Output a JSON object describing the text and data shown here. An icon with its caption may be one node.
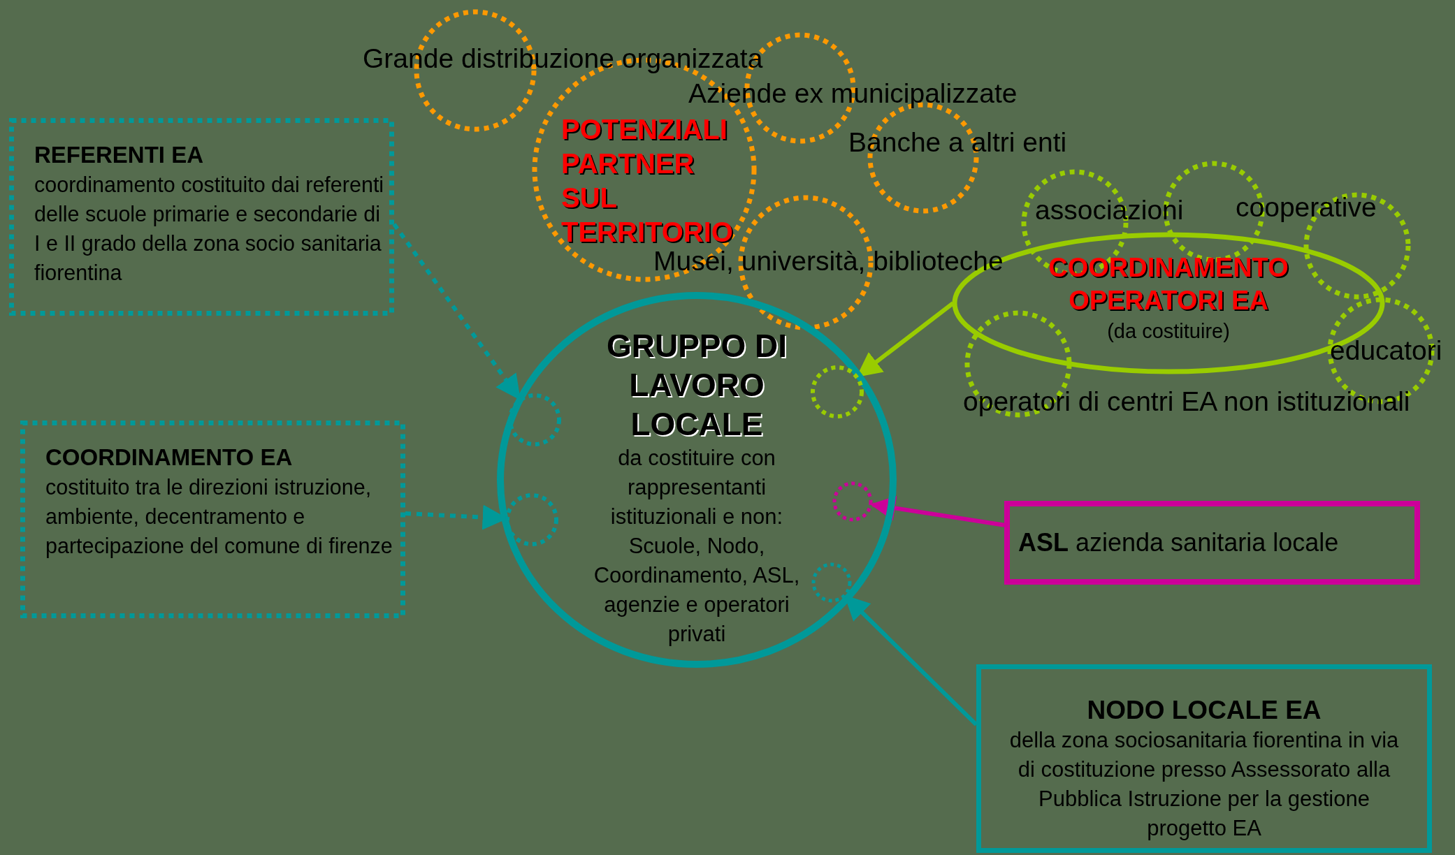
{
  "diagram": {
    "nodes": [
      {
        "text": [
          "REFERENTI EA",
          "coordinamento costituito dai referenti delle scuole primarie e secondarie di I e II grado della zona socio sanitaria fiorentina"
        ]
      },
      {
        "text": [
          "COORDINAMENTO EA",
          "costituito tra le direzioni istruzione, ambiente, decentramento e partecipazione del comune di firenze"
        ]
      },
      {
        "text": [
          "POTENZIALI PARTNER SUL TERRITORIO"
        ]
      },
      {
        "text": [
          "Grande distribuzione organizzata"
        ]
      },
      {
        "text": [
          "Aziende ex municipalizzate"
        ]
      },
      {
        "text": [
          "Banche a altri enti"
        ]
      },
      {
        "text": [
          "Musei, università, biblioteche"
        ]
      },
      {
        "text": [
          "GRUPPO DI LAVORO LOCALE",
          "da costituire con rappresentanti istituzionali e non: Scuole, Nodo, Coordinamento, ASL, agenzie e operatori privati"
        ]
      },
      {
        "text": [],
        "shape": "circle",
        "in": 7
      },
      {
        "text": [],
        "shape": "circle",
        "in": 7
      },
      {
        "text": [],
        "shape": "circle",
        "in": 7
      },
      {
        "text": [],
        "shape": "circle",
        "in": 7
      },
      {
        "text": [],
        "shape": "circle",
        "in": 7
      },
      {
        "text": [
          "COORDINAMENTO OPERATORI EA",
          "(da costituire)"
        ]
      },
      {
        "text": [
          "associazioni"
        ]
      },
      {
        "text": [
          "cooperative"
        ]
      },
      {
        "text": [],
        "shape": "circle"
      },
      {
        "text": [
          "educatori"
        ]
      },
      {
        "text": [
          "operatori di centri EA non istituzionali"
        ]
      },
      {
        "text": [
          "**ASL** azienda sanitaria locale"
        ]
      },
      {
        "text": [
          "NODO LOCALE EA",
          "della zona sociosanitaria fiorentina in via di costituzione presso Assessorato alla Pubblica Istruzione per la gestione progetto EA"
        ]
      }
    ],
    "edges": [
      {
        "from": 0,
        "to": 8,
        "arrow": "to",
        "style": "dashed"
      },
      {
        "from": 1,
        "to": 9,
        "arrow": "to",
        "style": "dashed"
      },
      {
        "from": 13,
        "to": 10,
        "arrow": "to",
        "color": "#99cc00"
      },
      {
        "from": 19,
        "to": 11,
        "arrow": "to",
        "color": "#cc0099"
      },
      {
        "from": 20,
        "to": 12,
        "arrow": "to"
      }
    ]
  }
}
